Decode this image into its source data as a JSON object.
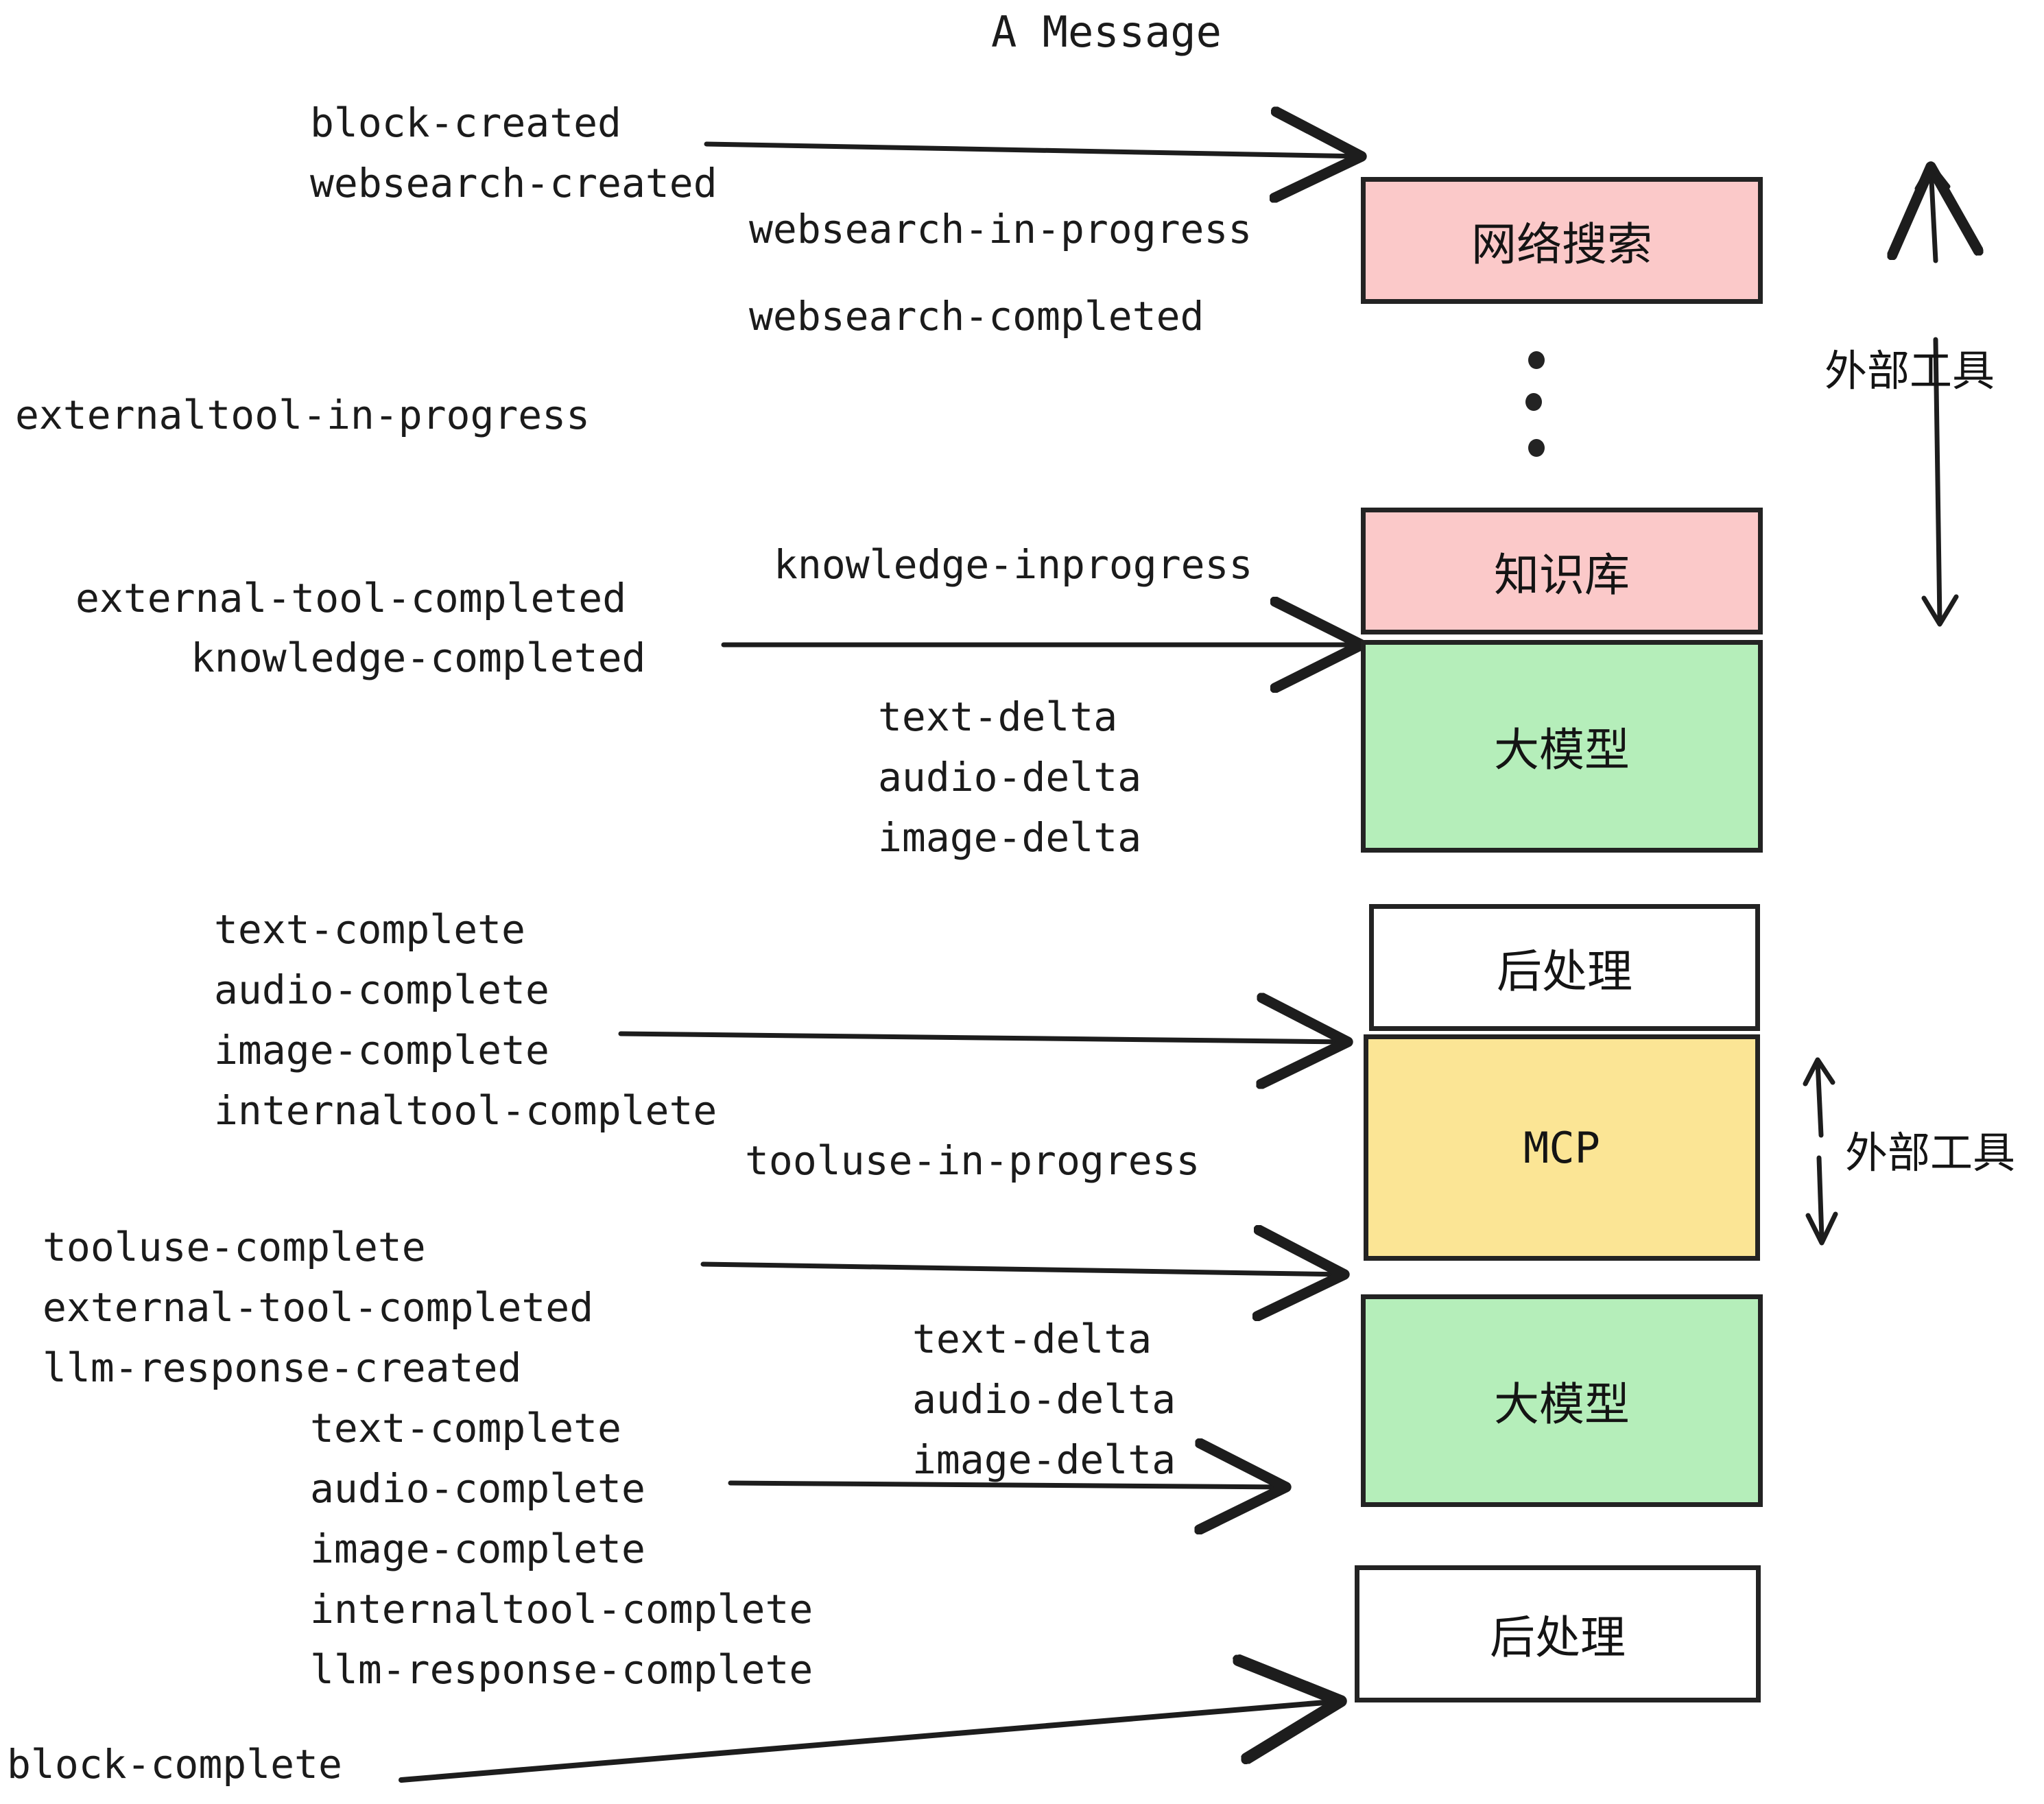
{
  "diagram": {
    "title": "A Message",
    "background": "#ffffff",
    "ink": "#232323",
    "colors": {
      "pink": "#fbc9c9",
      "green": "#b5eeba",
      "yellow": "#fbe595",
      "white": "#ffffff",
      "border": "#232323",
      "text": "#1b1b1b"
    },
    "nodes": [
      {
        "id": "websearch",
        "label": "网络搜索",
        "fill": "#fbc9c9",
        "mono": false
      },
      {
        "id": "knowledge",
        "label": "知识库",
        "fill": "#fbc9c9",
        "mono": false
      },
      {
        "id": "llm-top",
        "label": "大模型",
        "fill": "#b5eeba",
        "mono": false
      },
      {
        "id": "post-top",
        "label": "后处理",
        "fill": "#ffffff",
        "mono": false
      },
      {
        "id": "mcp",
        "label": "MCP",
        "fill": "#fbe595",
        "mono": true
      },
      {
        "id": "llm-bottom",
        "label": "大模型",
        "fill": "#b5eeba",
        "mono": false
      },
      {
        "id": "post-bottom",
        "label": "后处理",
        "fill": "#ffffff",
        "mono": false
      }
    ],
    "group_labels": [
      {
        "id": "external-tools-top",
        "label": "外部工具"
      },
      {
        "id": "external-tools-bottom",
        "label": "外部工具"
      }
    ],
    "events": [
      {
        "id": "block-created",
        "text": "block-created"
      },
      {
        "id": "websearch-created",
        "text": "websearch-created"
      },
      {
        "id": "websearch-in-progress",
        "text": "websearch-in-progress"
      },
      {
        "id": "websearch-completed",
        "text": "websearch-completed"
      },
      {
        "id": "externaltool-in-progress",
        "text": "externaltool-in-progress"
      },
      {
        "id": "knowledge-inprogress",
        "text": "knowledge-inprogress"
      },
      {
        "id": "external-tool-completed-1",
        "text": "external-tool-completed"
      },
      {
        "id": "knowledge-completed",
        "text": "knowledge-completed"
      },
      {
        "id": "text-delta-1",
        "text": "text-delta"
      },
      {
        "id": "audio-delta-1",
        "text": "audio-delta"
      },
      {
        "id": "image-delta-1",
        "text": "image-delta"
      },
      {
        "id": "text-complete-1",
        "text": "text-complete"
      },
      {
        "id": "audio-complete-1",
        "text": "audio-complete"
      },
      {
        "id": "image-complete-1",
        "text": "image-complete"
      },
      {
        "id": "internaltool-complete-1",
        "text": "internaltool-complete"
      },
      {
        "id": "tooluse-in-progress",
        "text": "tooluse-in-progress"
      },
      {
        "id": "tooluse-complete",
        "text": "tooluse-complete"
      },
      {
        "id": "external-tool-completed-2",
        "text": "external-tool-completed"
      },
      {
        "id": "llm-response-created",
        "text": "llm-response-created"
      },
      {
        "id": "text-complete-2",
        "text": "text-complete"
      },
      {
        "id": "audio-complete-2",
        "text": "audio-complete"
      },
      {
        "id": "image-complete-2",
        "text": "image-complete"
      },
      {
        "id": "internaltool-complete-2",
        "text": "internaltool-complete"
      },
      {
        "id": "llm-response-complete",
        "text": "llm-response-complete"
      },
      {
        "id": "text-delta-2",
        "text": "text-delta"
      },
      {
        "id": "audio-delta-2",
        "text": "audio-delta"
      },
      {
        "id": "image-delta-2",
        "text": "image-delta"
      },
      {
        "id": "block-complete",
        "text": "block-complete"
      }
    ],
    "ellipsis_dots": 3
  }
}
